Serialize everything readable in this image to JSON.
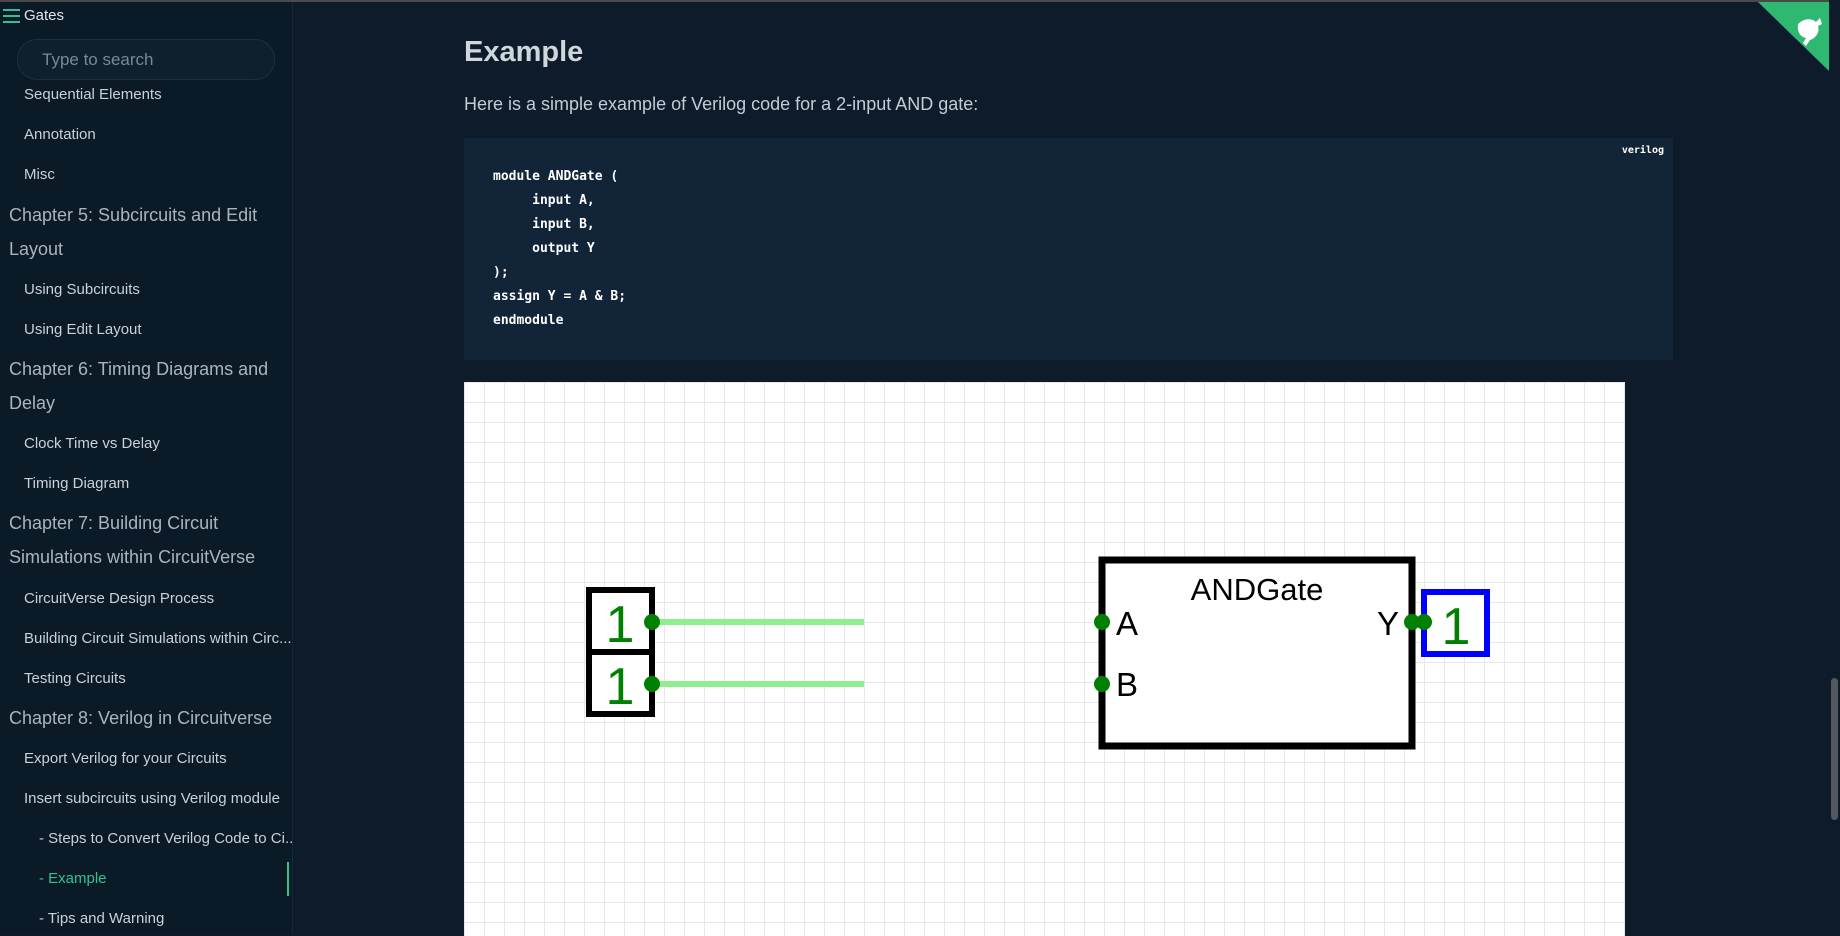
{
  "sidebar": {
    "title": "Gates",
    "search_placeholder": "Type to search",
    "items": [
      {
        "label": "Sequential Elements"
      },
      {
        "label": "Annotation"
      },
      {
        "label": "Misc"
      },
      {
        "label": "Chapter 5: Subcircuits and Edit Layout"
      },
      {
        "label": "Using Subcircuits"
      },
      {
        "label": "Using Edit Layout"
      },
      {
        "label": "Chapter 6: Timing Diagrams and Delay"
      },
      {
        "label": "Clock Time vs Delay"
      },
      {
        "label": "Timing Diagram"
      },
      {
        "label": "Chapter 7: Building Circuit Simulations within CircuitVerse"
      },
      {
        "label": "CircuitVerse Design Process"
      },
      {
        "label": "Building Circuit Simulations within Circ..."
      },
      {
        "label": "Testing Circuits"
      },
      {
        "label": "Chapter 8: Verilog in Circuitverse"
      },
      {
        "label": "Export Verilog for your Circuits"
      },
      {
        "label": "Insert subcircuits using Verilog module"
      },
      {
        "label": "- Steps to Convert Verilog Code to Ci..."
      },
      {
        "label": "- Example"
      },
      {
        "label": "- Tips and Warning"
      }
    ]
  },
  "main": {
    "heading": "Example",
    "intro": "Here is a simple example of Verilog code for a 2-input AND gate:",
    "code_lang": "verilog",
    "code": "module ANDGate (\n     input A,\n     input B,\n     output Y\n);\nassign Y = A & B;\nendmodule"
  },
  "circuit": {
    "input_a_value": "1",
    "input_b_value": "1",
    "output_value": "1",
    "gate_label": "ANDGate",
    "port_a": "A",
    "port_b": "B",
    "port_y": "Y"
  },
  "colors": {
    "accent": "#33c28f",
    "wire": "#90ee90",
    "node": "#008000",
    "output_border": "#0000ff"
  }
}
